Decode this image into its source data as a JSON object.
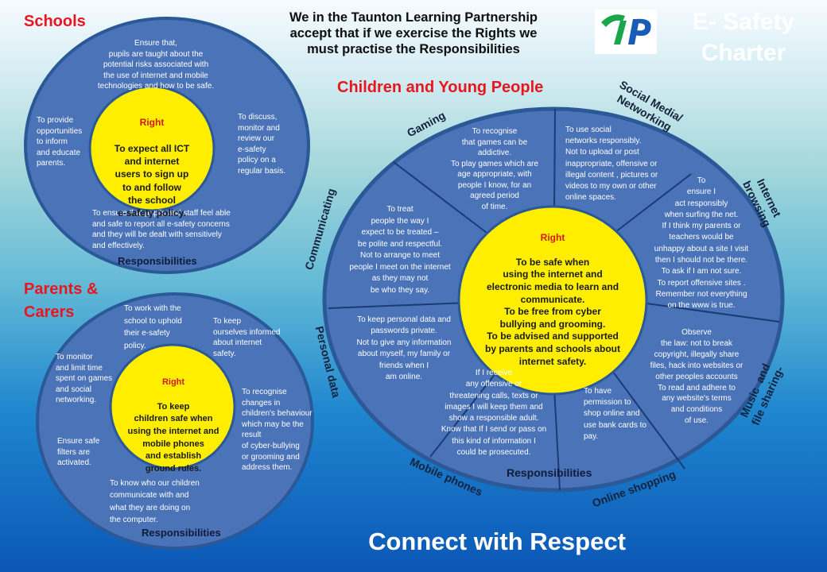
{
  "header": {
    "partnership_text": "We in the Taunton Learning Partnership\naccept that if we exercise the Rights we\nmust practise the Responsibilities",
    "logo_text": "TLP",
    "charter_title": "E- Safety\nCharter"
  },
  "schools": {
    "heading": "Schools",
    "right_label": "Right",
    "right_text": "To expect all ICT\nand internet\nusers to  sign up\nto and follow\nthe school\ne-safety policy.",
    "responsibilities_label": "Responsibilities",
    "items": [
      "Ensure  that,\npupils are taught about the\npotential risks associated with\nthe use of internet and mobile\ntechnologies and how to be safe.",
      "To provide\nopportunities\nto inform\nand educate\nparents.",
      "To discuss,\nmonitor and\nreview our\n e-safety\npolicy on a\nregular basis.",
      "To ensure that pupils and staff feel able\nand safe to report all e-safety concerns\nand they will be dealt with sensitively\n and effectively."
    ]
  },
  "parents": {
    "heading": "Parents &\nCarers",
    "right_label": "Right",
    "right_text": "To keep\nchildren safe when\nusing the internet and\nmobile phones\nand establish\nground rules.",
    "responsibilities_label": "Responsibilities",
    "items": [
      "To work with the\nschool to uphold\ntheir e-safety\npolicy.",
      "To keep\nourselves informed\nabout internet\nsafety.",
      " To monitor\n and  limit time\nspent on games\nand social\nnetworking.",
      "To recognise\nchanges in\nchildren's behaviour\nwhich may be the\nresult\nof cyber-bullying\nor grooming and\naddress them.",
      "Ensure safe\nfilters  are\nactivated.",
      "To know who our children\ncommunicate with and\nwhat they are doing on\nthe computer."
    ]
  },
  "children": {
    "heading": "Children and Young People",
    "right_label": "Right",
    "right_text": "To be safe when\nusing the internet and\nelectronic media to learn and\ncommunicate.\nTo be free from cyber\nbullying and grooming.\nTo be advised and supported\nby parents and schools about\ninternet safety.",
    "responsibilities_label": "Responsibilities",
    "categories": {
      "gaming": "Gaming",
      "social": "Social Media/\nNetworking",
      "internet": "Internet\nbrowsing",
      "music": "Music  and\nfile sharing-",
      "shopping": "Online shopping",
      "mobile": "Mobile phones",
      "personal": "Personal data",
      "communicating": "Communicating"
    },
    "items": {
      "gaming": "To recognise\nthat games can be\naddictive.\nTo play games which are\nage appropriate,  with\npeople I know, for an\nagreed period\nof time.",
      "social": "To use social\nnetworks responsibly.\nNot to upload or post\ninappropriate, offensive or\nillegal content , pictures or\nvideos to my own or other\nonline spaces.",
      "internet": "To\nensure  I\nact responsibly\nwhen surfing the net.\nIf I think my parents or\nteachers would be\nunhappy about a site  I visit\nthen I  should not be there.\nTo ask if  I am not sure.\nTo report offensive sites .\nRemember not everything\non the www is true.",
      "music": "Observe\nthe law: not to break\ncopyright, illegally share\nfiles, hack into websites or\nother peoples accounts\nTo read and adhere  to\nany website's terms\nand conditions\nof use.",
      "shopping": "To have\npermission to\nshop online and\nuse bank cards to\npay.",
      "mobile": "If I receive\nany offensive    or\nthreatening  calls,  texts or\nimages I will keep them and\nshow a responsible adult.\nKnow that If I send or pass on\nthis kind of information I\ncould be prosecuted.",
      "personal": "To keep personal data and\npasswords private.\nNot to give any information\nabout myself, my family or\nfriends when I\nam online.",
      "communicating": "To  treat\npeople the way  I\nexpect to be treated –\nbe polite and respectful.\nNot to arrange to meet\npeople I meet on the internet\nas they may not\nbe who they  say."
    }
  },
  "footer": {
    "slogan": "Connect with Respect"
  },
  "colors": {
    "circle_fill": "#4a73b8",
    "circle_border": "#2b5897",
    "inner_fill": "#ffee00",
    "heading_red": "#e8161e"
  }
}
